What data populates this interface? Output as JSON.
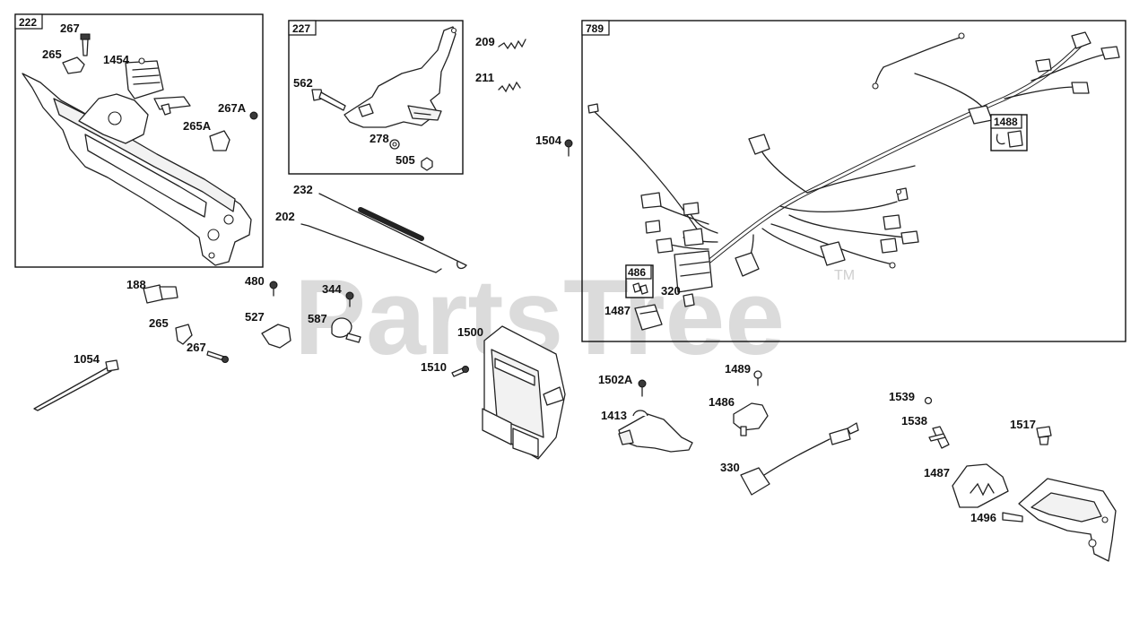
{
  "watermark": {
    "text": "PartsTree",
    "trademark": "TM"
  },
  "groups": [
    {
      "id": "222"
    },
    {
      "id": "227"
    },
    {
      "id": "789"
    },
    {
      "id": "486"
    },
    {
      "id": "1488"
    }
  ],
  "callouts": [
    "267",
    "265",
    "1454",
    "267A",
    "265A",
    "562",
    "278",
    "505",
    "209",
    "211",
    "1504",
    "232",
    "202",
    "188",
    "265",
    "267",
    "480",
    "344",
    "527",
    "587",
    "1054",
    "1500",
    "1510",
    "320",
    "1487",
    "1502A",
    "1413",
    "1489",
    "1486",
    "330",
    "1539",
    "1538",
    "1517",
    "1487",
    "1496"
  ]
}
